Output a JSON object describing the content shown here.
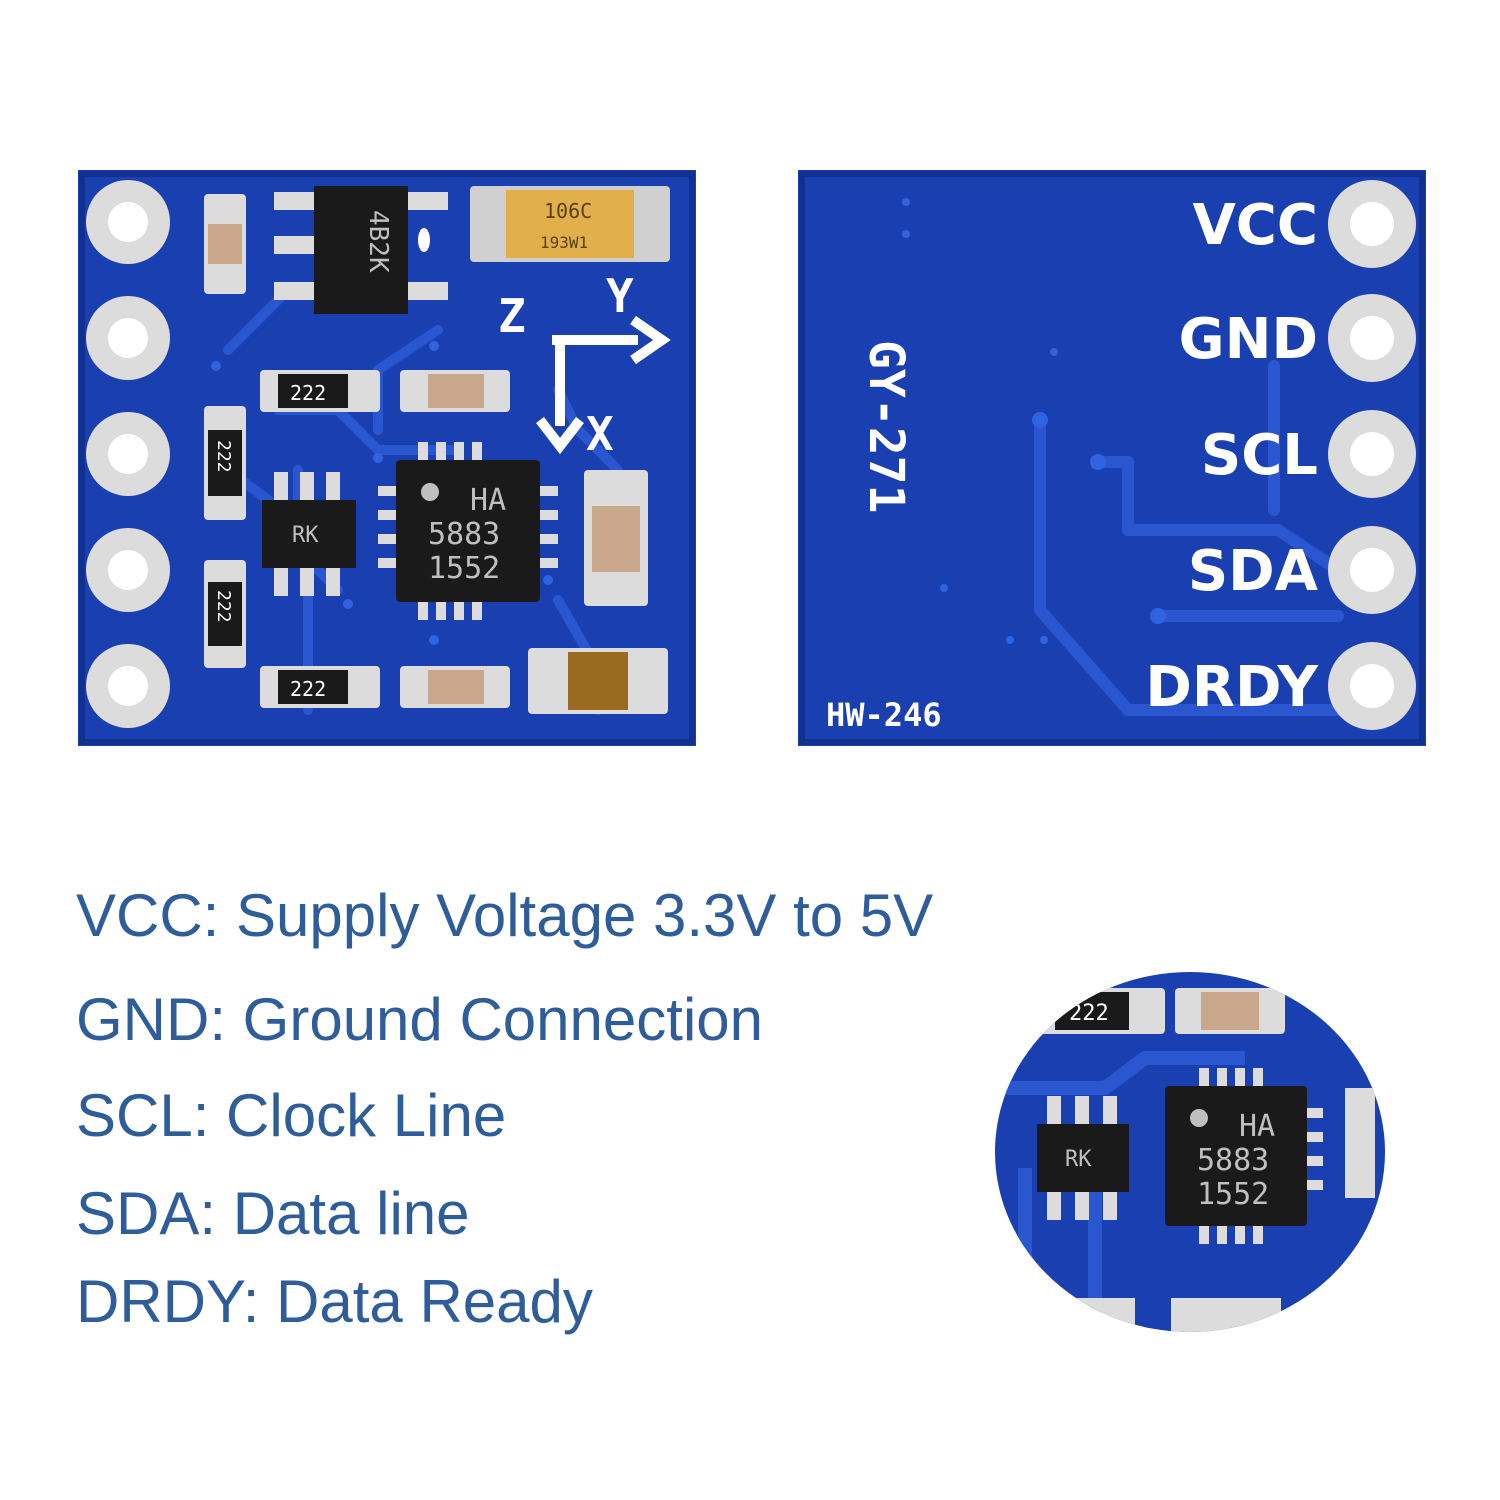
{
  "colors": {
    "pcb_blue": "#1a3fb0",
    "pcb_blue_dark": "#12308f",
    "trace_blue": "#2a57d0",
    "description_text": "#2f5d9a",
    "pad_silver": "#dcdcdc",
    "chip_black": "#1a1a1a",
    "tantalum": "#e2b04a"
  },
  "front_board": {
    "chip_lines": [
      "HA",
      "5883",
      "1552"
    ],
    "regulator_marking": "4B2K",
    "capacitor_marking": [
      "106C",
      "193W1"
    ],
    "resistor_marking": "222",
    "transistor_marking": "RK",
    "axis_labels": {
      "z": "Z",
      "y": "Y",
      "x": "X"
    }
  },
  "back_board": {
    "pins": [
      "VCC",
      "GND",
      "SCL",
      "SDA",
      "DRDY"
    ],
    "model_label": "GY-271",
    "board_label": "HW-246"
  },
  "descriptions": [
    "VCC: Supply Voltage 3.3V to 5V",
    "GND: Ground Connection",
    "SCL: Clock Line",
    "SDA: Data line",
    "DRDY: Data Ready"
  ],
  "zoom_view": {
    "chip_lines": [
      "HA",
      "5883",
      "1552"
    ],
    "resistor_marking": "222",
    "transistor_marking": "RK"
  }
}
